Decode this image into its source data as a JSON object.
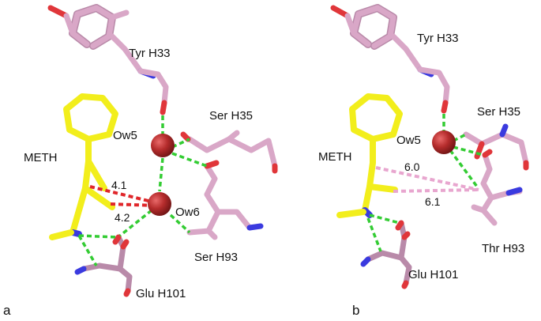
{
  "colors": {
    "ligand": "#f2ee1c",
    "protein": "#d9a7c7",
    "protein_dark": "#b98aa9",
    "oxygen": "#e0363a",
    "nitrogen": "#3a3adf",
    "water": "#b52c2c",
    "hbond": "#33cc33",
    "contact_a": "#e0262a",
    "contact_b": "#e8a6cf"
  },
  "panel_a": {
    "panel_label": "a",
    "ligand_label": "METH",
    "residues": {
      "tyr": "Tyr H33",
      "ser35": "Ser H35",
      "ser93": "Ser H93",
      "glu": "Glu H101"
    },
    "waters": {
      "w5": "Ow5",
      "w6": "Ow6"
    },
    "distances": {
      "d1": "4.1",
      "d2": "4.2"
    }
  },
  "panel_b": {
    "panel_label": "b",
    "ligand_label": "METH",
    "residues": {
      "tyr": "Tyr H33",
      "ser35": "Ser H35",
      "thr93": "Thr H93",
      "glu": "Glu H101"
    },
    "waters": {
      "w5": "Ow5"
    },
    "distances": {
      "d1": "6.0",
      "d2": "6.1"
    }
  }
}
